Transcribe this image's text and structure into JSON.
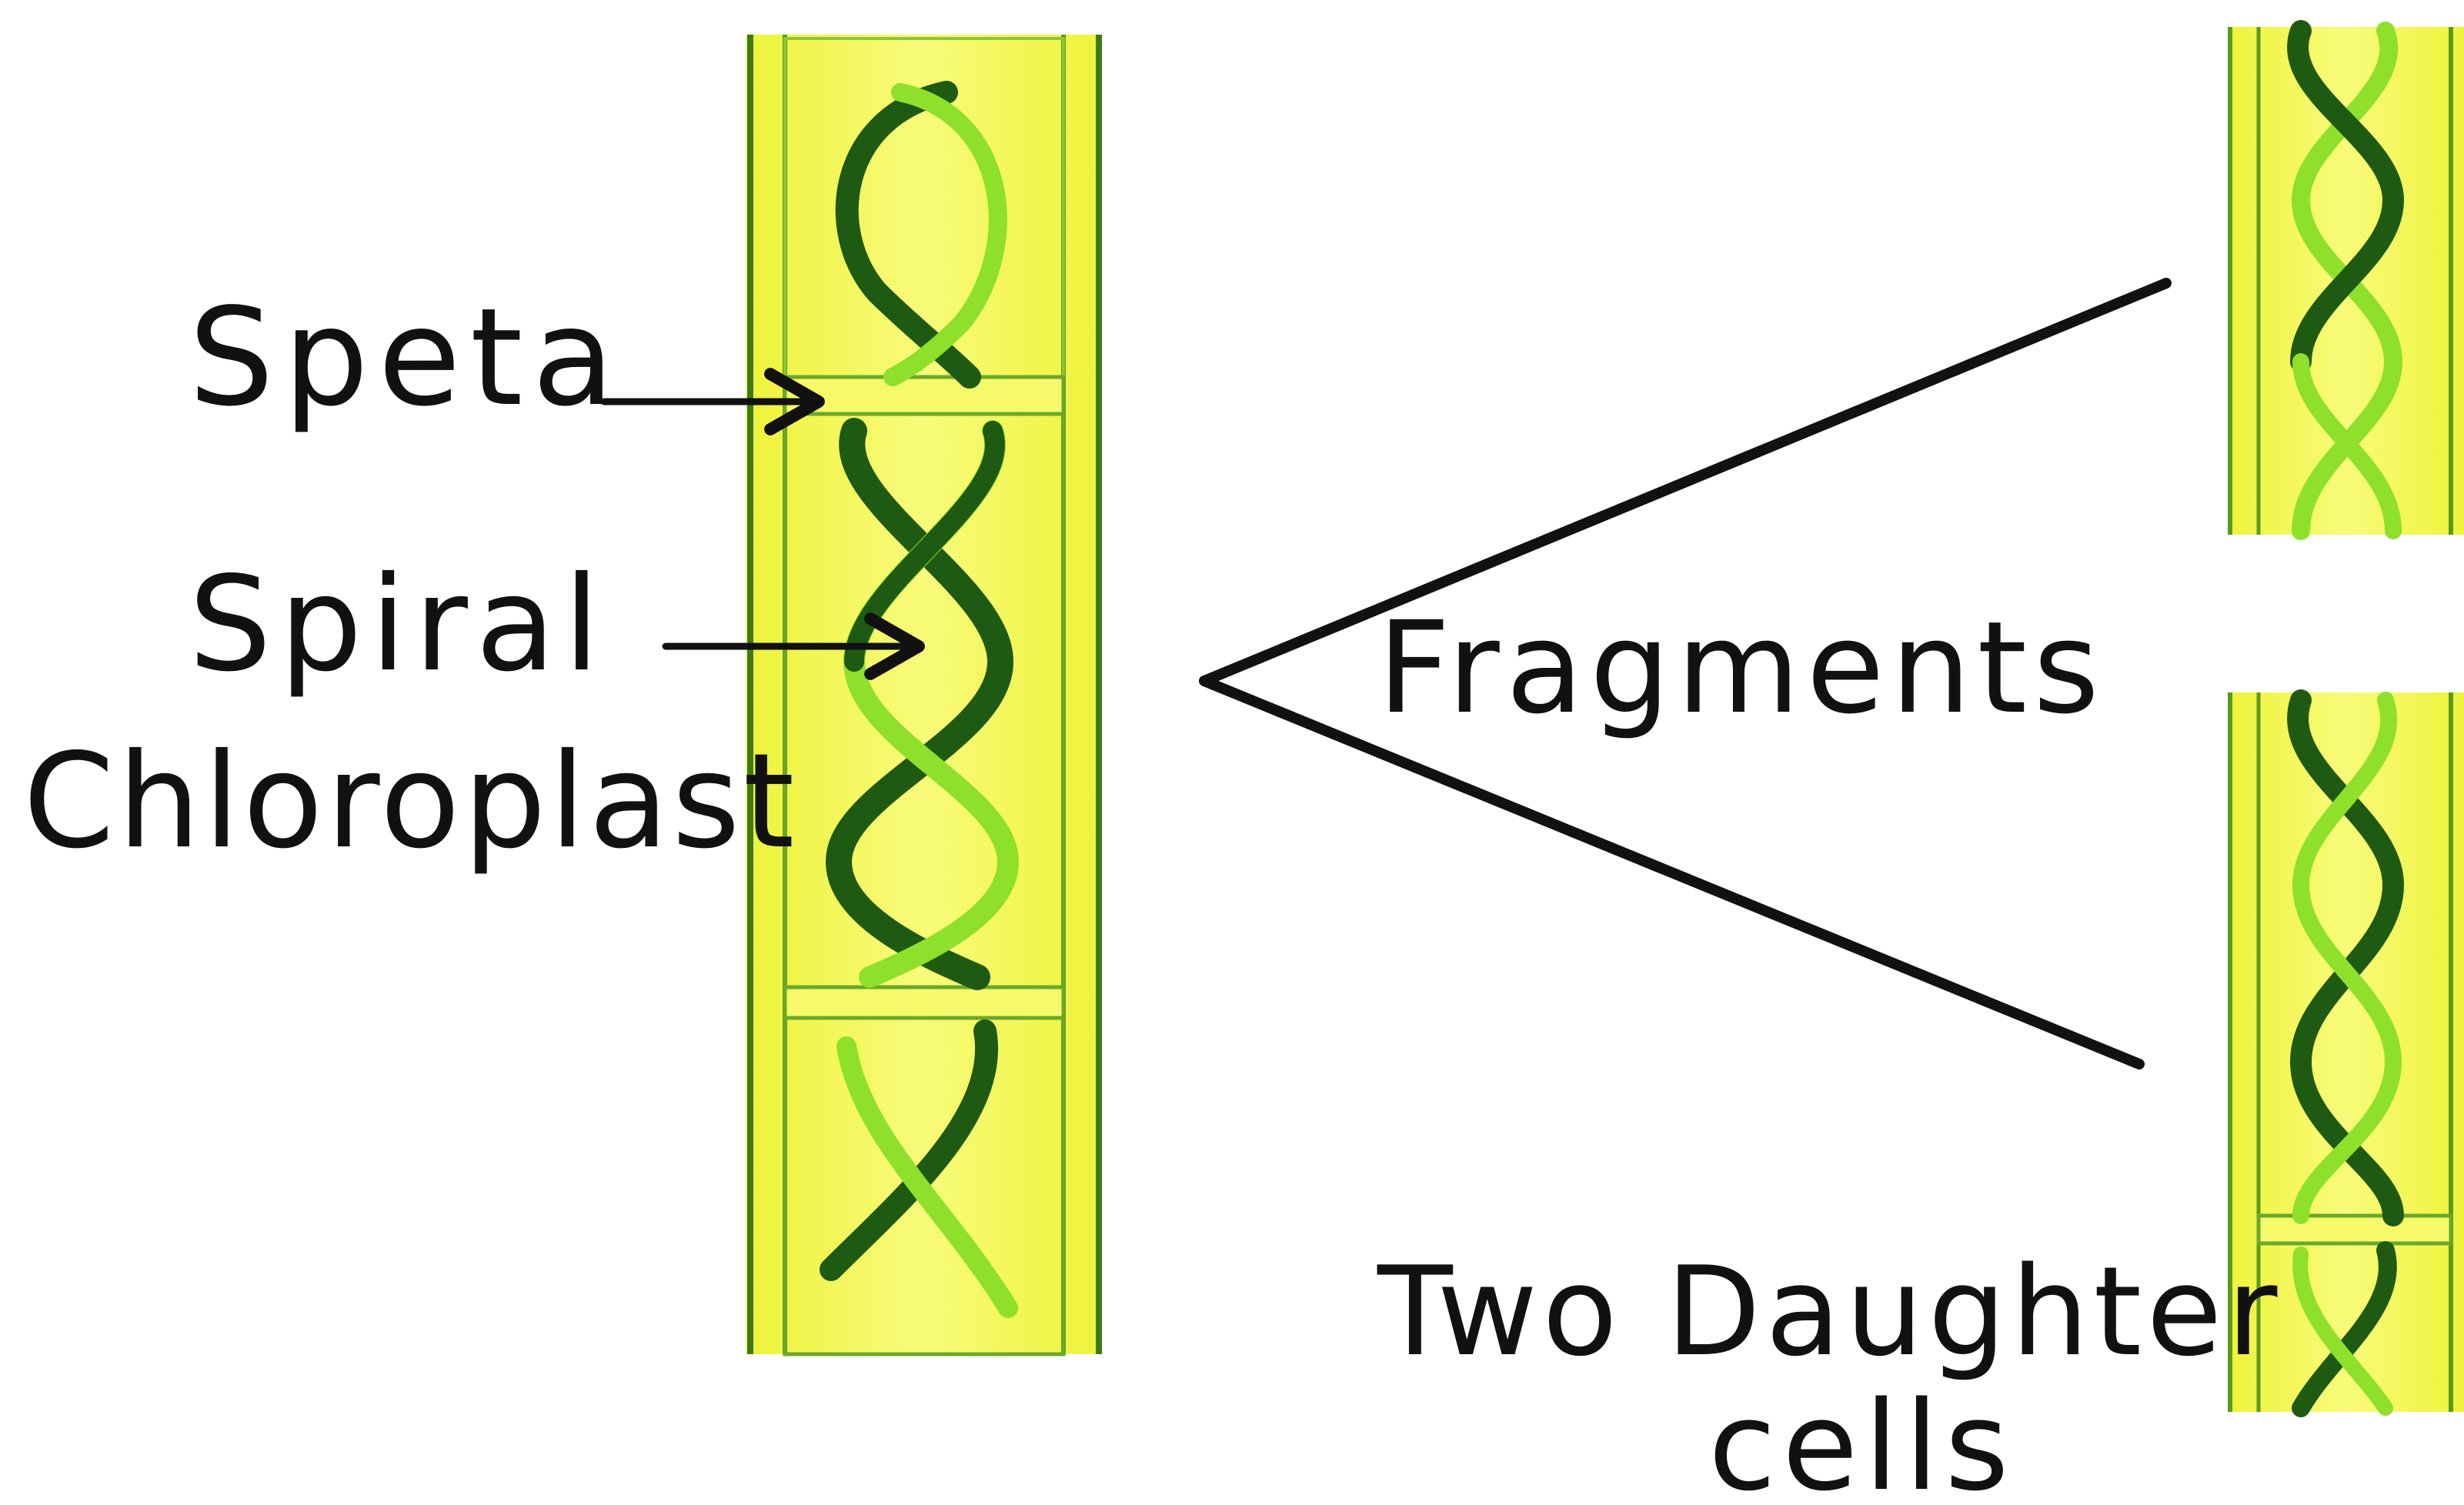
{
  "labels": {
    "septa": "Speta",
    "spiral_line1": "Spiral",
    "spiral_line2": "Chloroplast",
    "fragments": "Fragments",
    "daughter_line1": "Two Daughter",
    "daughter_line2": "cells"
  },
  "colors": {
    "cell_fill": "#f4f84a",
    "cell_fill_light": "#f8fb7a",
    "wall": "#5a9a1c",
    "wall_dark": "#3f7a10",
    "chloroplast_dark": "#1f5a12",
    "chloroplast_light": "#8ee02a",
    "ink": "#111111",
    "background": "#ffffff"
  },
  "icons": {
    "septa_arrow": "arrow-right-icon",
    "chloroplast_arrow": "arrow-right-icon"
  }
}
